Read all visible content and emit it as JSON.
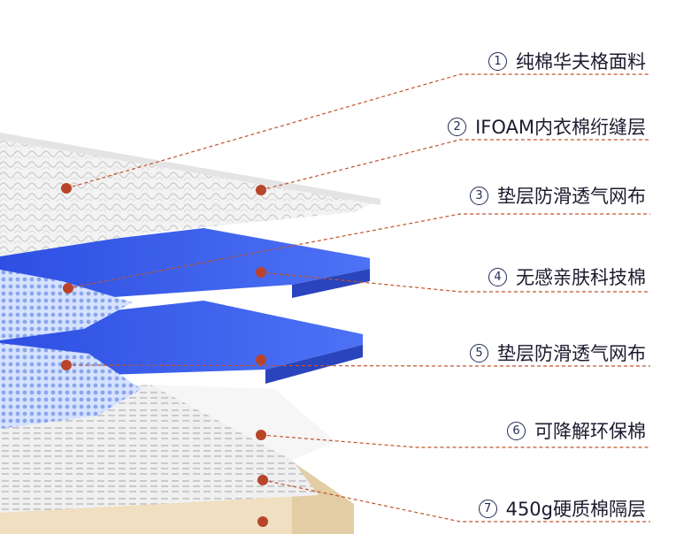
{
  "colors": {
    "leader": "#c0532a",
    "dot": "#b8452a",
    "blue_top": "#3f63f0",
    "blue_side": "#2b48c6",
    "fabric": "#eeeeee",
    "foam": "#f1e1c3"
  },
  "layers": [
    {
      "num": "①",
      "text": "纯棉华夫格面料"
    },
    {
      "num": "②",
      "text": "IFOAM内衣棉绗缝层"
    },
    {
      "num": "③",
      "text": "垫层防滑透气网布"
    },
    {
      "num": "④",
      "text": "无感亲肤科技棉"
    },
    {
      "num": "⑤",
      "text": "垫层防滑透气网布"
    },
    {
      "num": "⑥",
      "text": "可降解环保棉"
    },
    {
      "num": "⑦",
      "text": "450g硬质棉隔层"
    }
  ]
}
